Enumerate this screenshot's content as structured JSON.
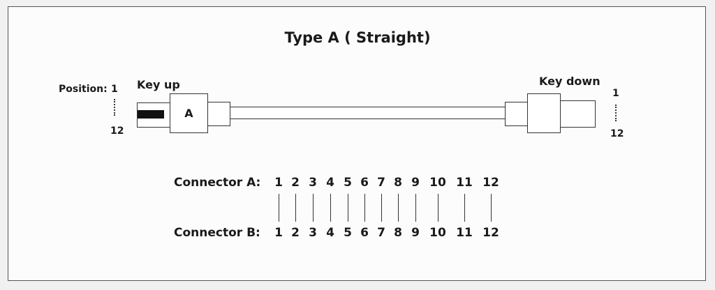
{
  "title": "Type A ( Straight)",
  "left_connector": {
    "position_label": "Position:",
    "pos_top": "1",
    "pos_bottom": "12",
    "key_label": "Key up",
    "key_letter": "A"
  },
  "right_connector": {
    "key_label": "Key down",
    "pos_top": "1",
    "pos_bottom": "12"
  },
  "mapping": {
    "connector_a_label": "Connector A:",
    "connector_b_label": "Connector B:",
    "connector_a": [
      "1",
      "2",
      "3",
      "4",
      "5",
      "6",
      "7",
      "8",
      "9",
      "10",
      "11",
      "12"
    ],
    "connector_b": [
      "1",
      "2",
      "3",
      "4",
      "5",
      "6",
      "7",
      "8",
      "9",
      "10",
      "11",
      "12"
    ]
  }
}
